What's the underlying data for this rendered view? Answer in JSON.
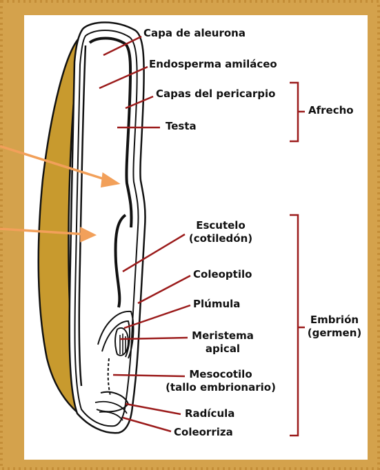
{
  "colors": {
    "border": "#D4A24C",
    "page": "#FFFFFF",
    "leader": "#9B1B1B",
    "pointer": "#F2A05A",
    "seed_coat": "#C89A2E",
    "outline": "#111111"
  },
  "labels": {
    "aleurone": "Capa de aleurona",
    "endosperm": "Endosperma amiláceo",
    "pericarp": "Capas del pericarpio",
    "testa": "Testa",
    "scutellum_1": "Escutelo",
    "scutellum_2": "(cotiledón)",
    "coleoptile": "Coleoptilo",
    "plumule": "Plúmula",
    "meristem_1": "Meristema",
    "meristem_2": "apical",
    "mesocotyl_1": "Mesocotilo",
    "mesocotyl_2": "(tallo embrionario)",
    "radicle": "Radícula",
    "coleorhiza": "Coleorriza"
  },
  "groups": {
    "bran": "Afrecho",
    "embryo_1": "Embrión",
    "embryo_2": "(germen)"
  }
}
